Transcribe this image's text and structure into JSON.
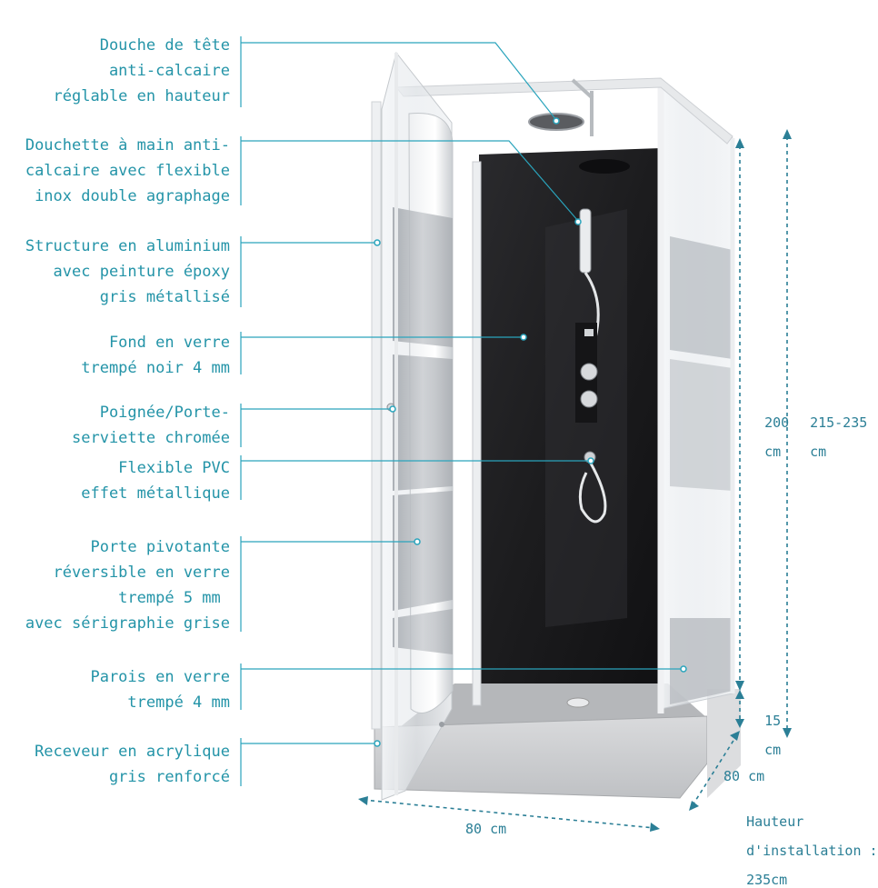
{
  "colors": {
    "label_text": "#2494a8",
    "leader_line": "#2aa4bc",
    "dimension": "#2b7f96",
    "back_panel": "#1e1e20",
    "frame": "#e4e6e9",
    "tray": "#cfd1d4"
  },
  "labels": {
    "shower_head": [
      "Douche de tête",
      "anti-calcaire",
      "réglable en hauteur"
    ],
    "hand_shower": [
      "Douchette à main anti-",
      "calcaire avec flexible",
      "inox double agraphage"
    ],
    "structure": [
      "Structure en aluminium",
      "avec peinture époxy",
      "gris métallisé"
    ],
    "back_glass": [
      "Fond en verre",
      "trempé noir 4 mm"
    ],
    "handle": [
      "Poignée/Porte-",
      "serviette chromée"
    ],
    "pvc_hose": [
      "Flexible PVC",
      "effet métallique"
    ],
    "door": [
      "Porte pivotante",
      "réversible en verre",
      "trempé 5 mm ",
      "avec sérigraphie grise"
    ],
    "walls": [
      "Parois en verre",
      "trempé 4 mm"
    ],
    "tray": [
      "Receveur en acrylique",
      "gris renforcé"
    ]
  },
  "dimensions": {
    "height_cabin": [
      "200",
      "cm"
    ],
    "height_total": [
      "215-235",
      "cm"
    ],
    "tray_height": [
      "15",
      "cm"
    ],
    "depth": "80 cm",
    "width": "80 cm",
    "install_height": [
      "Hauteur",
      "d'installation :",
      "235cm"
    ]
  }
}
